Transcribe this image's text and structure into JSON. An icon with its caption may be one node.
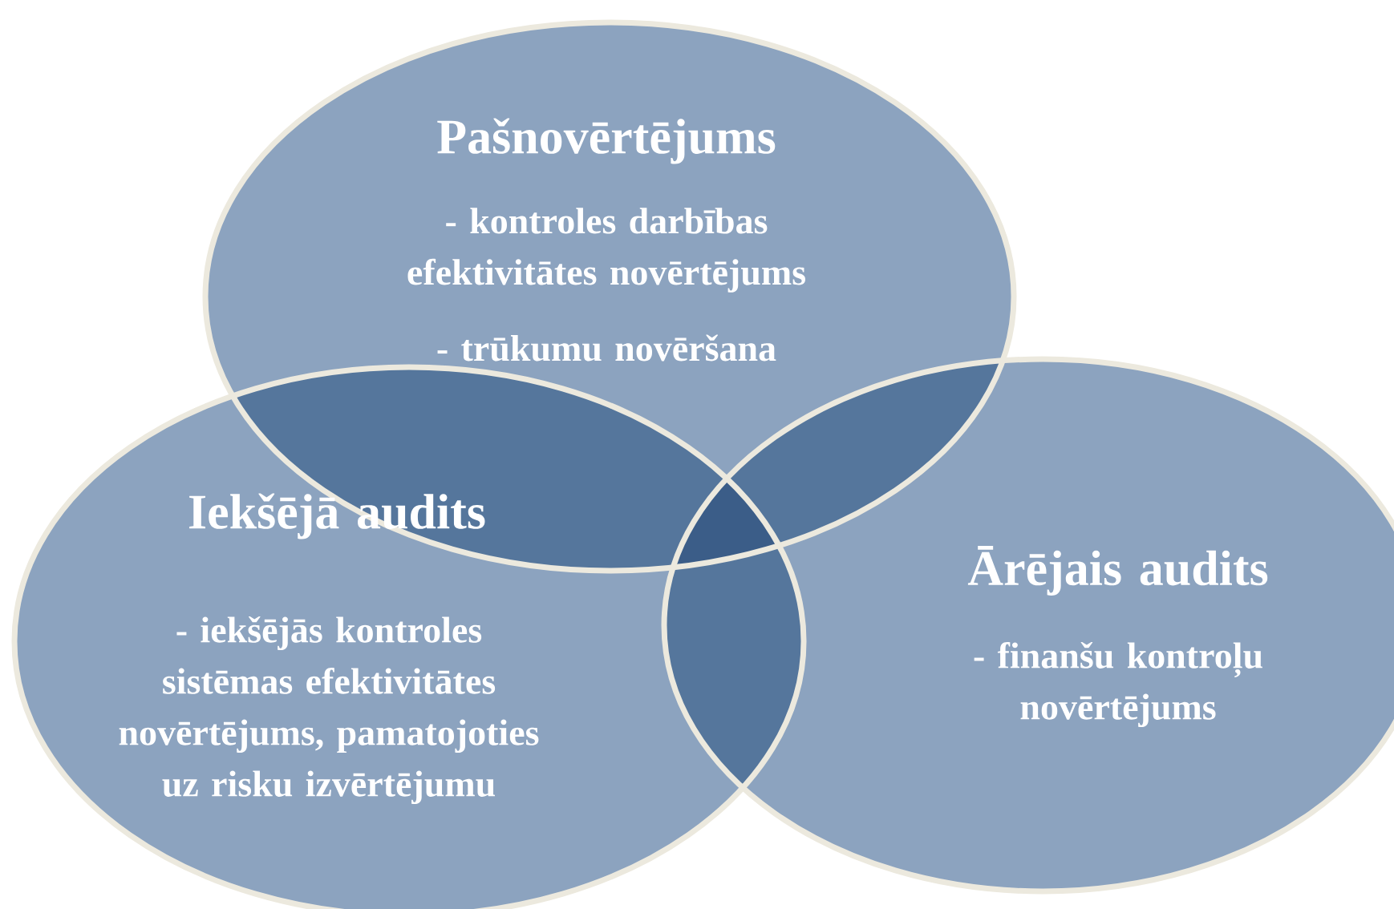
{
  "diagram": {
    "nodes": [
      {
        "text": [
          "Pašnovērtējums",
          "- kontroles darbības efektivitātes novērtējums",
          "- trūkumu novēršana"
        ]
      },
      {
        "text": [
          "Iekšējā audits",
          "- iekšējās kontroles sistēmas efektivitātes novērtējums, pamatojoties uz risku izvērtējumu"
        ]
      },
      {
        "text": [
          "Ārējais audits",
          "- finanšu kontroļu novērtējums"
        ]
      }
    ]
  }
}
